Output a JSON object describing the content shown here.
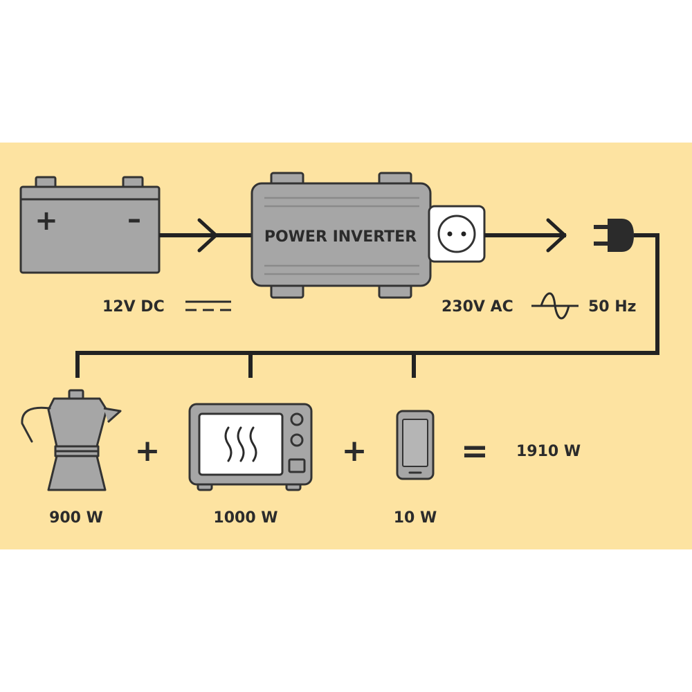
{
  "colors": {
    "background": "#fde3a1",
    "device_fill": "#a6a6a6",
    "device_stroke": "#333333",
    "line": "#222222",
    "white": "#ffffff"
  },
  "battery": {
    "plus": "+",
    "minus": "–",
    "label": "12V DC"
  },
  "inverter": {
    "title": "POWER INVERTER"
  },
  "output": {
    "voltage": "230V AC",
    "frequency": "50 Hz"
  },
  "appliances": [
    {
      "name": "moka-pot",
      "watts": "900 W"
    },
    {
      "name": "microwave",
      "watts": "1000 W"
    },
    {
      "name": "smartphone",
      "watts": "10 W"
    }
  ],
  "operators": {
    "plus": "+",
    "equals": "="
  },
  "total": "1910 W"
}
